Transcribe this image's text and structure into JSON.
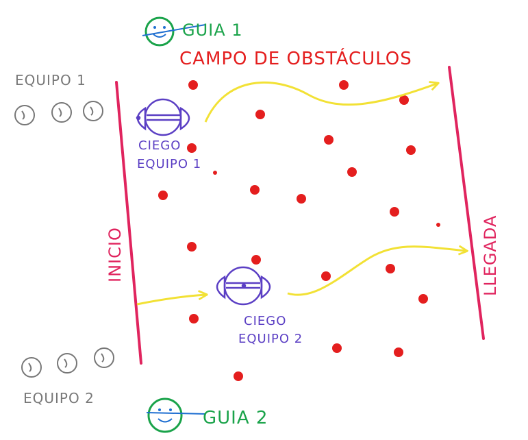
{
  "title": "CAMPO DE OBSTÁCULOS",
  "guides": [
    {
      "label": "GUIA 1"
    },
    {
      "label": "GUIA 2"
    }
  ],
  "teams": [
    {
      "label": "EQUIPO 1"
    },
    {
      "label": "EQUIPO 2"
    }
  ],
  "blind": [
    {
      "line1": "CIEGO",
      "line2": "EQUIPO 1"
    },
    {
      "line1": "CIEGO",
      "line2": "EQUIPO 2"
    }
  ],
  "start_label": "INICIO",
  "finish_label": "LLEGADA",
  "colors": {
    "start_finish_lines": "#e0245e",
    "obstacles": "#e41e1e",
    "paths": "#f2e135",
    "blind": "#5b3fc4",
    "guide_text": "#1aa34a",
    "guide_face": "#1f6fd1",
    "team_gray": "#777777"
  }
}
